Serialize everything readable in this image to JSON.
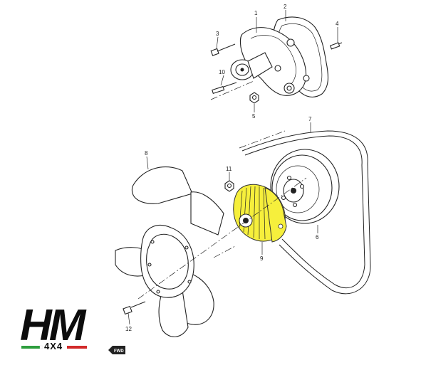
{
  "callouts": [
    {
      "label": "1"
    },
    {
      "label": "2"
    },
    {
      "label": "3"
    },
    {
      "label": "4"
    },
    {
      "label": "10"
    },
    {
      "label": "5"
    },
    {
      "label": "7"
    },
    {
      "label": "8"
    },
    {
      "label": "11"
    },
    {
      "label": "6"
    },
    {
      "label": "9"
    },
    {
      "label": "12"
    }
  ],
  "logo": {
    "main": "HM",
    "sub": "4X4",
    "stripe_colors": [
      "#2e9e3e",
      "#ffffff",
      "#d22a2a"
    ]
  },
  "forward_marker": {
    "text": "FWD"
  },
  "highlight_color": "#f6ef3c"
}
